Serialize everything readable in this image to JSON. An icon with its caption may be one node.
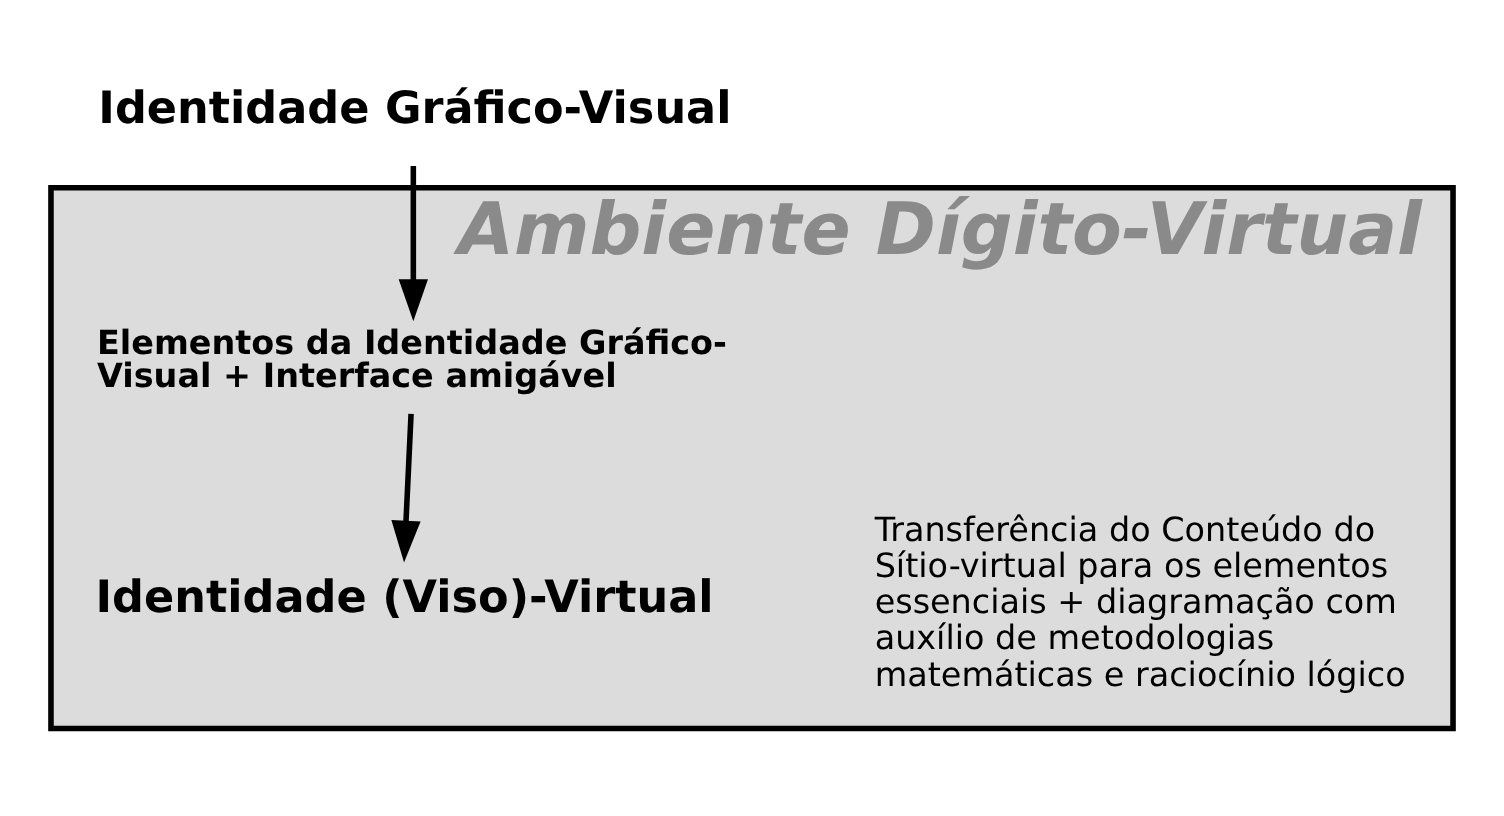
{
  "diagram": {
    "nodes": [
      {
        "text": [
          "Identidade Gráfico-Visual"
        ]
      },
      {
        "text": [
          "Ambiente Dígito-Virtual"
        ]
      },
      {
        "text": [
          "Elementos da Identidade Gráfico-Visual + Interface amigável"
        ],
        "in": 1
      },
      {
        "text": [
          "Identidade (Viso)-Virtual"
        ],
        "in": 1
      }
    ],
    "edges": [
      {
        "from": 0,
        "to": 2,
        "arrow": "to"
      },
      {
        "from": 2,
        "to": 3,
        "arrow": "to"
      }
    ],
    "labels": [
      "Transferência do Conteúdo do Sítio-virtual para os elementos essenciais + diagramação com auxílio de metodologias matemáticas e raciocínio lógico"
    ]
  }
}
